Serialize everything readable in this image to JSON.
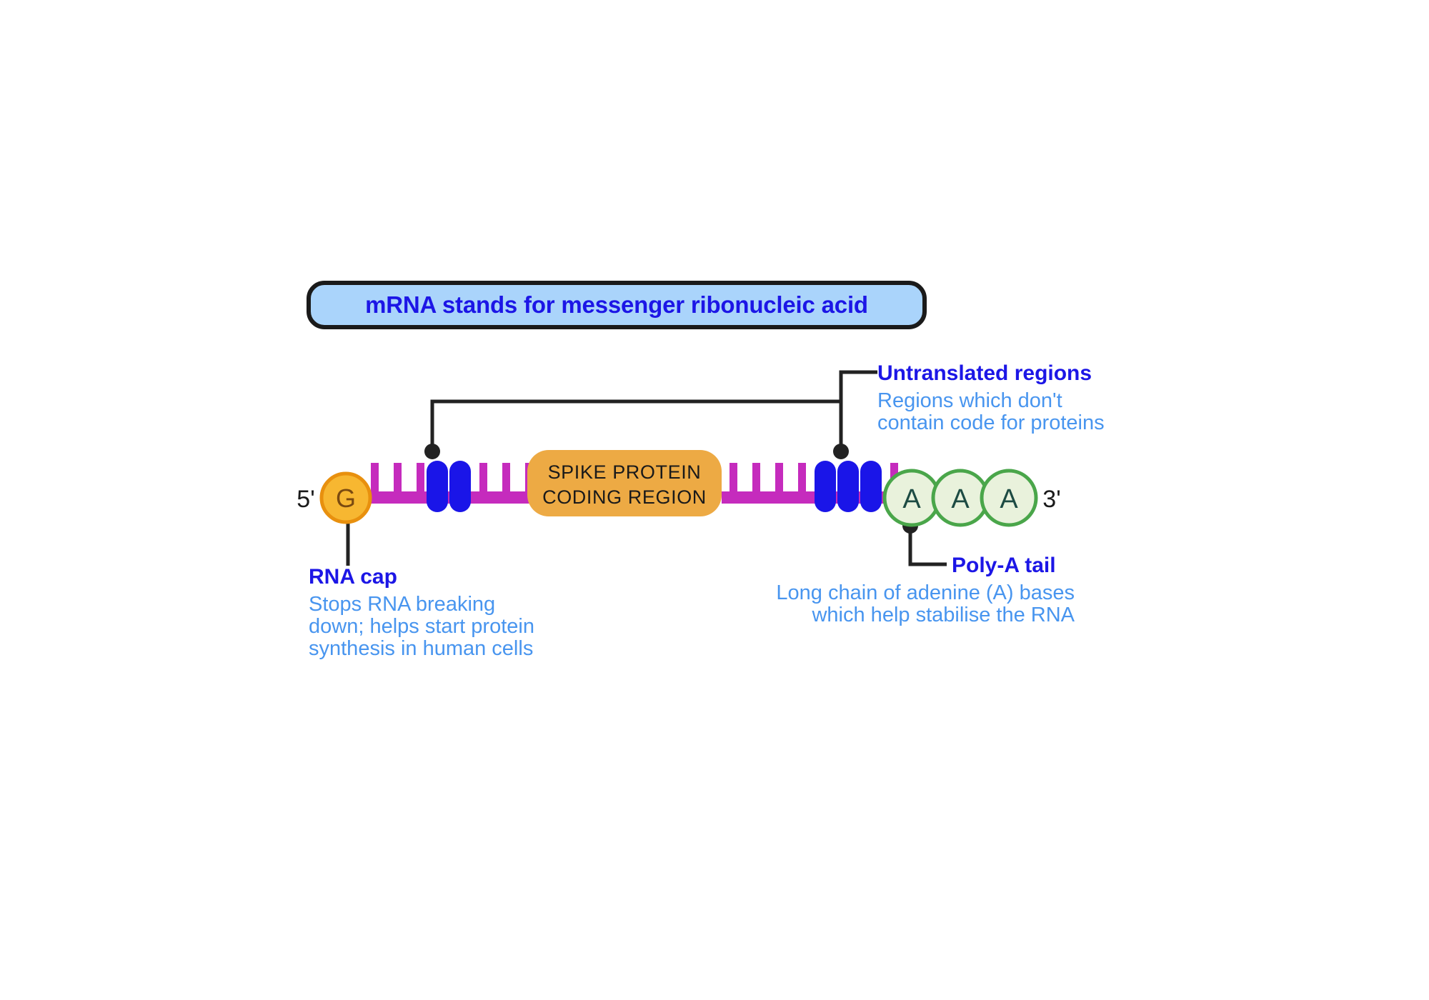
{
  "banner": {
    "text": "mRNA stands for messenger ribonucleic acid",
    "fill_color": "#aad4fb",
    "border_color": "#1a1a1a",
    "text_color": "#1c16e6"
  },
  "strand": {
    "end_label_5": "5'",
    "end_label_3": "3'",
    "backbone_color": "#c52bbd",
    "utr_bar_color": "#1a15e8",
    "cap": {
      "letter": "G",
      "fill_color": "#f7b731",
      "border_color": "#e8900e",
      "text_color": "#7a4a10"
    },
    "coding_region": {
      "line1": "SPIKE PROTEIN",
      "line2": "CODING REGION",
      "fill_color": "#edaa44",
      "text_color": "#1a1a1a"
    },
    "poly_a": {
      "letters": [
        "A",
        "A",
        "A"
      ],
      "fill_color": "#e9f2dc",
      "border_color": "#4aa64a",
      "text_color": "#1d4b43"
    },
    "utr_left_bar_count": 2,
    "utr_right_bar_count": 3,
    "teeth_left_count": 4,
    "teeth_mid_count": 7,
    "teeth_right_count": 5,
    "teeth_tail_count": 2
  },
  "annotations": {
    "rna_cap": {
      "title": "RNA cap",
      "line1": "Stops RNA breaking",
      "line2": "down; helps start protein",
      "line3": "synthesis in human cells"
    },
    "untranslated_regions": {
      "title": "Untranslated regions",
      "line1": "Regions which don't",
      "line2": "contain code for proteins"
    },
    "poly_a_tail": {
      "title": "Poly-A tail",
      "line1": "Long chain of adenine (A) bases",
      "line2": "which help stabilise the RNA"
    },
    "title_color": "#1c16e6",
    "body_color": "#4895ef",
    "leader_color": "#222222"
  }
}
